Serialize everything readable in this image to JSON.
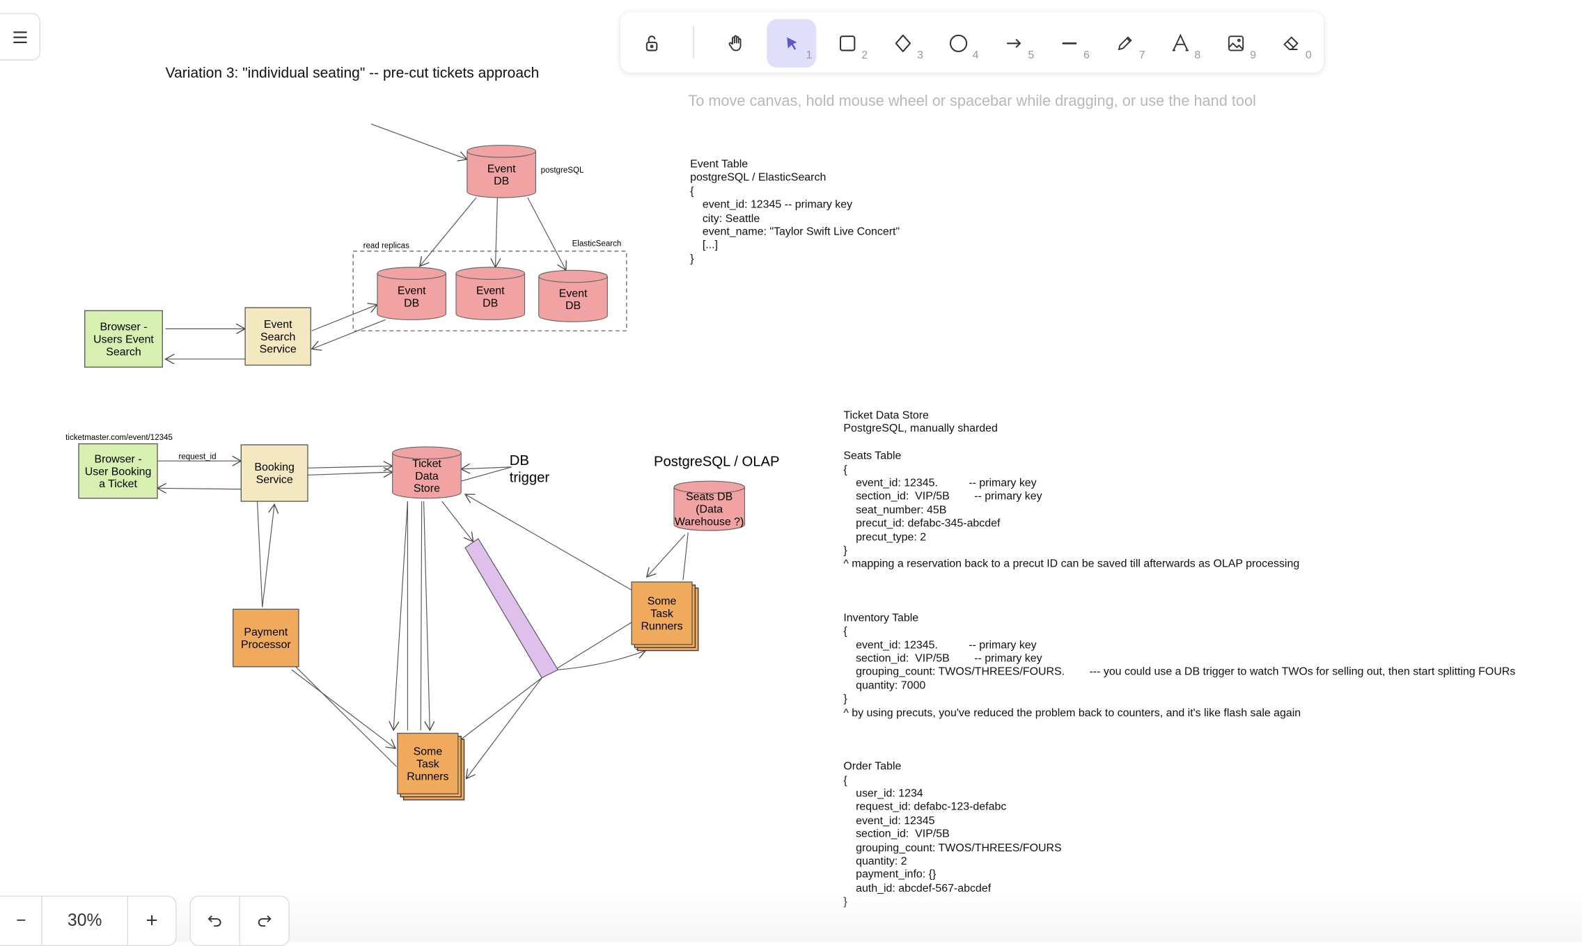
{
  "menu": {
    "icon": "hamburger-menu-icon"
  },
  "toolbar": {
    "tools": [
      {
        "name": "lock",
        "icon": "unlock-icon",
        "key": ""
      },
      {
        "name": "hand",
        "icon": "hand-icon",
        "key": ""
      },
      {
        "name": "selection",
        "icon": "pointer-icon",
        "key": "1",
        "selected": true
      },
      {
        "name": "rectangle",
        "icon": "rectangle-icon",
        "key": "2"
      },
      {
        "name": "diamond",
        "icon": "diamond-icon",
        "key": "3"
      },
      {
        "name": "ellipse",
        "icon": "circle-icon",
        "key": "4"
      },
      {
        "name": "arrow",
        "icon": "arrow-icon",
        "key": "5"
      },
      {
        "name": "line",
        "icon": "line-icon",
        "key": "6"
      },
      {
        "name": "draw",
        "icon": "pencil-icon",
        "key": "7"
      },
      {
        "name": "text",
        "icon": "text-icon",
        "key": "8"
      },
      {
        "name": "image",
        "icon": "image-icon",
        "key": "9"
      },
      {
        "name": "eraser",
        "icon": "eraser-icon",
        "key": "0"
      }
    ],
    "accent": "#5b57d1",
    "selected_bg": "#e0dffb"
  },
  "hint": "To move canvas, hold mouse wheel or spacebar while dragging, or use the hand tool",
  "canvas": {
    "title": "Variation 3: \"individual seating\" -- pre-cut tickets approach",
    "top_diagram": {
      "event_db": [
        "Event",
        "DB"
      ],
      "postgres_label": "postgreSQL",
      "read_replicas_label": "read replicas",
      "elastic_label": "ElasticSearch",
      "replica_1": [
        "Event",
        "DB"
      ],
      "replica_2": [
        "Event",
        "DB"
      ],
      "replica_3": [
        "Event",
        "DB"
      ],
      "browser": [
        "Browser -",
        "Users Event",
        "Search"
      ],
      "search_service": [
        "Event",
        "Search",
        "Service"
      ]
    },
    "bottom_diagram": {
      "url_label": "ticketmaster.com/event/12345",
      "browser": [
        "Browser -",
        "User Booking",
        "a Ticket"
      ],
      "request_id_label": "request_id",
      "booking_service": [
        "Booking",
        "Service"
      ],
      "ticket_store": [
        "Ticket",
        "Data",
        "Store"
      ],
      "db_trigger": [
        "DB",
        "trigger"
      ],
      "olap_label": "PostgreSQL / OLAP",
      "seats_db": [
        "Seats DB",
        "(Data",
        "Warehouse ?)"
      ],
      "runners_right": [
        "Some",
        "Task",
        "Runners"
      ],
      "payment": [
        "Payment",
        "Processor"
      ],
      "runners_bottom": [
        "Some",
        "Task",
        "Runners"
      ]
    },
    "colors": {
      "db": "#f0a3a2",
      "green": "#d7efb0",
      "cream": "#f4e8c1",
      "orange": "#f0aa5e",
      "purple": "#dfc0ec"
    },
    "event_table": [
      "Event Table",
      "postgreSQL / ElasticSearch",
      "{",
      "    event_id: 12345 -- primary key",
      "    city: Seattle",
      "    event_name: \"Taylor Swift Live Concert\"",
      "    [...]",
      "}"
    ],
    "ticket_notes": [
      "Ticket Data Store",
      "PostgreSQL, manually sharded",
      "",
      "Seats Table",
      "{",
      "    event_id: 12345.          -- primary key",
      "    section_id:  VIP/5B        -- primary key",
      "    seat_number: 45B",
      "    precut_id: defabc-345-abcdef",
      "    precut_type: 2",
      "}",
      "^ mapping a reservation back to a precut ID can be saved till afterwards as OLAP processing",
      "",
      "",
      "",
      "Inventory Table",
      "{",
      "    event_id: 12345.          -- primary key",
      "    section_id:  VIP/5B        -- primary key",
      "    grouping_count: TWOS/THREES/FOURS.        --- you could use a DB trigger to watch TWOs for selling out, then start splitting FOURs",
      "    quantity: 7000",
      "}",
      "^ by using precuts, you've reduced the problem back to counters, and it's like flash sale again",
      "",
      "",
      "",
      "Order Table",
      "{",
      "    user_id: 1234",
      "    request_id: defabc-123-defabc",
      "    event_id: 12345",
      "    section_id:  VIP/5B",
      "    grouping_count: TWOS/THREES/FOURS",
      "    quantity: 2",
      "    payment_info: {}",
      "    auth_id: abcdef-567-abcdef",
      "}"
    ]
  },
  "zoom": {
    "level": "30%",
    "minus": "−",
    "plus": "+"
  },
  "history": {
    "undo_icon": "undo-icon",
    "redo_icon": "redo-icon"
  }
}
